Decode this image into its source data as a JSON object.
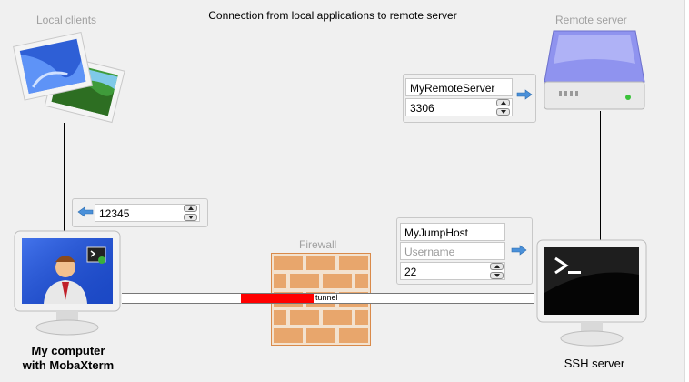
{
  "header": {
    "title": "Connection from local applications to remote server"
  },
  "local_clients": {
    "label": "Local clients"
  },
  "remote_server": {
    "label": "Remote server",
    "host": "MyRemoteServer",
    "port": "3306"
  },
  "local_forward": {
    "port": "12345"
  },
  "jump_host": {
    "host": "MyJumpHost",
    "username_placeholder": "Username",
    "port": "22"
  },
  "firewall": {
    "label": "Firewall"
  },
  "tunnel": {
    "label": "tunnel"
  },
  "my_computer": {
    "line1": "My computer",
    "line2": "with MobaXterm"
  },
  "ssh_server": {
    "label": "SSH server"
  },
  "colors": {
    "tunnel_red": "#ff0000",
    "arrow_blue": "#4a90d9"
  }
}
